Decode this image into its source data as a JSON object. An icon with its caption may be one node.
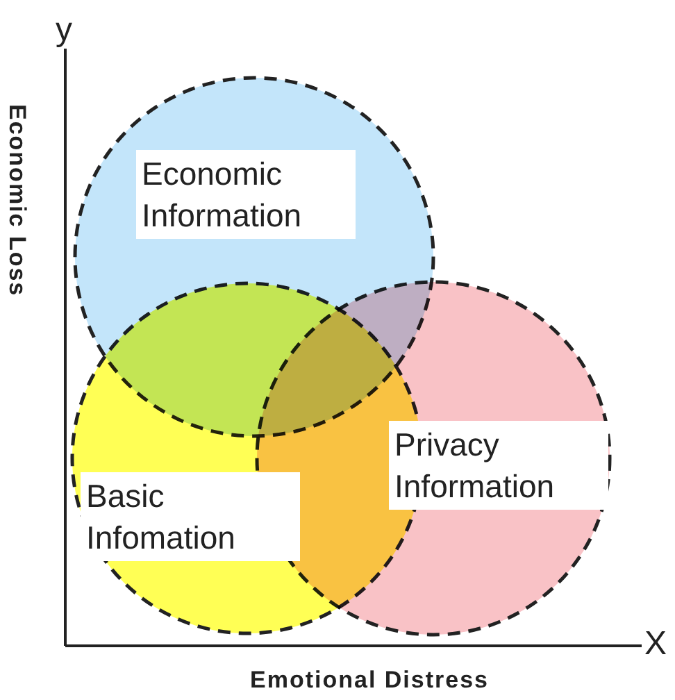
{
  "diagram": {
    "nodes": [
      {
        "text": [
          "Economic Information"
        ]
      },
      {
        "text": [
          "Basic Infomation"
        ]
      },
      {
        "text": [
          "Privacy Information"
        ]
      }
    ],
    "labels": [
      "y",
      "Economic Loss",
      "X",
      "Emotional Distress"
    ]
  }
}
